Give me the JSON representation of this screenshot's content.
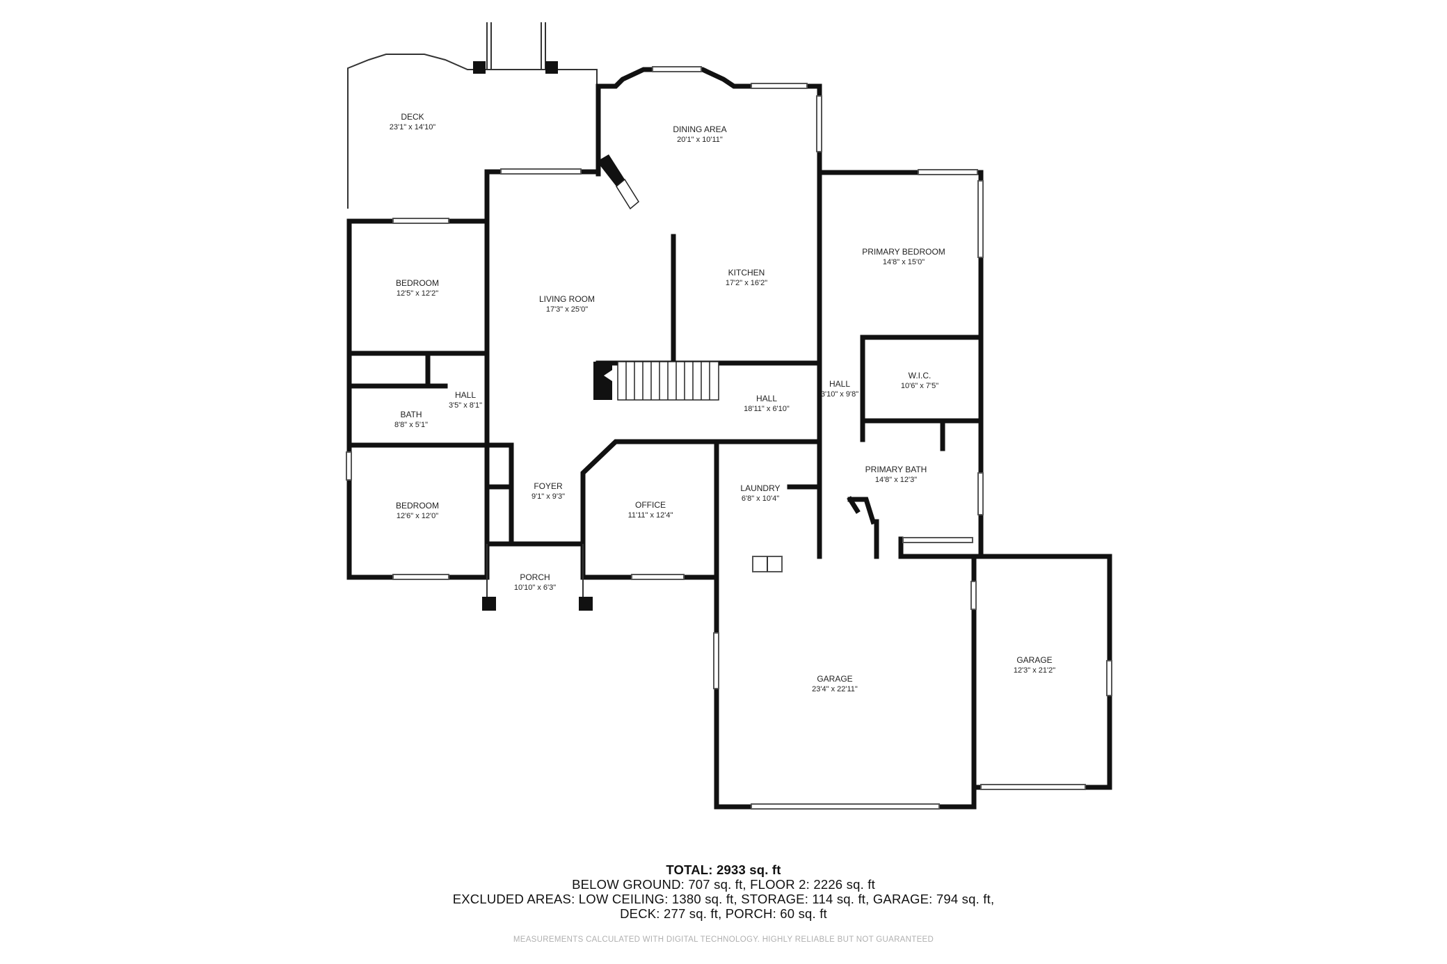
{
  "rooms": [
    {
      "id": "deck",
      "name": "DECK",
      "dims": "23'1\" x 14'10\""
    },
    {
      "id": "dining",
      "name": "DINING AREA",
      "dims": "20'1\" x 10'11\""
    },
    {
      "id": "kitchen",
      "name": "KITCHEN",
      "dims": "17'2\" x 16'2\""
    },
    {
      "id": "primary-bedroom",
      "name": "PRIMARY BEDROOM",
      "dims": "14'8\" x 15'0\""
    },
    {
      "id": "bedroom-1",
      "name": "BEDROOM",
      "dims": "12'5\" x 12'2\""
    },
    {
      "id": "living",
      "name": "LIVING ROOM",
      "dims": "17'3\" x 25'0\""
    },
    {
      "id": "hall-small",
      "name": "HALL",
      "dims": "3'5\" x 8'1\""
    },
    {
      "id": "bath",
      "name": "BATH",
      "dims": "8'8\" x 5'1\""
    },
    {
      "id": "hall-main",
      "name": "HALL",
      "dims": "18'11\" x 6'10\""
    },
    {
      "id": "hall-primary",
      "name": "HALL",
      "dims": "3'10\" x 9'8\""
    },
    {
      "id": "wic",
      "name": "W.I.C.",
      "dims": "10'6\" x 7'5\""
    },
    {
      "id": "bedroom-2",
      "name": "BEDROOM",
      "dims": "12'6\" x 12'0\""
    },
    {
      "id": "foyer",
      "name": "FOYER",
      "dims": "9'1\" x 9'3\""
    },
    {
      "id": "office",
      "name": "OFFICE",
      "dims": "11'11\" x 12'4\""
    },
    {
      "id": "laundry",
      "name": "LAUNDRY",
      "dims": "6'8\" x 10'4\""
    },
    {
      "id": "primary-bath",
      "name": "PRIMARY BATH",
      "dims": "14'8\" x 12'3\""
    },
    {
      "id": "porch",
      "name": "PORCH",
      "dims": "10'10\" x 6'3\""
    },
    {
      "id": "garage-1",
      "name": "GARAGE",
      "dims": "23'4\" x 22'11\""
    },
    {
      "id": "garage-2",
      "name": "GARAGE",
      "dims": "12'3\" x 21'2\""
    }
  ],
  "summary": {
    "total": "TOTAL: 2933 sq. ft",
    "line1": "BELOW GROUND: 707 sq. ft, FLOOR 2: 2226 sq. ft",
    "line2": "EXCLUDED AREAS: LOW CEILING: 1380 sq. ft, STORAGE: 114 sq. ft, GARAGE: 794 sq. ft,",
    "line3": "DECK: 277 sq. ft, PORCH: 60 sq. ft"
  },
  "disclaimer": "MEASUREMENTS CALCULATED WITH DIGITAL TECHNOLOGY. HIGHLY RELIABLE BUT NOT GUARANTEED"
}
